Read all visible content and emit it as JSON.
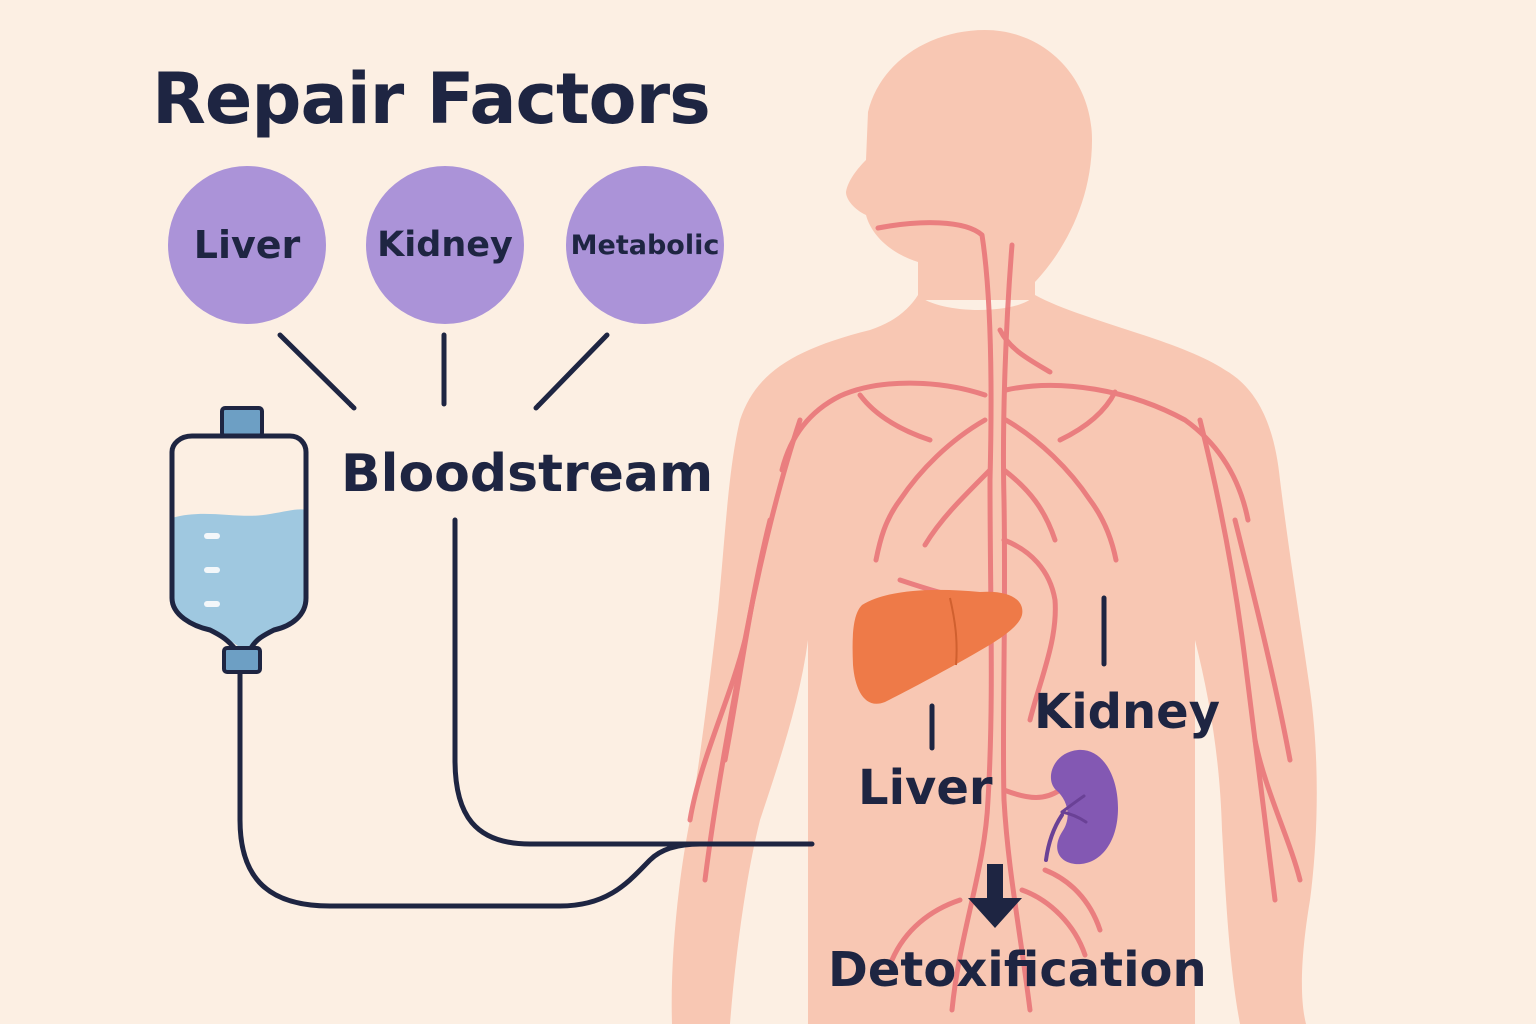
{
  "title": "Repair Factors",
  "factors": {
    "liver": "Liver",
    "kidney": "Kidney",
    "metabolic": "Metabolic"
  },
  "bloodstream": "Bloodstream",
  "organs": {
    "liver": "Liver",
    "kidney": "Kidney"
  },
  "outcome": "Detoxification",
  "colors": {
    "background": "#fcefe3",
    "body": "#f8c7b3",
    "vessels": "#e9777a",
    "factor_circle": "#ab93d8",
    "liver": "#ee7a48",
    "kidney": "#8358b3",
    "iv_fluid": "#9fc8e0",
    "iv_bag_outline": "#1e2542",
    "arrows": "#1e2542",
    "text": "#1e2542"
  }
}
